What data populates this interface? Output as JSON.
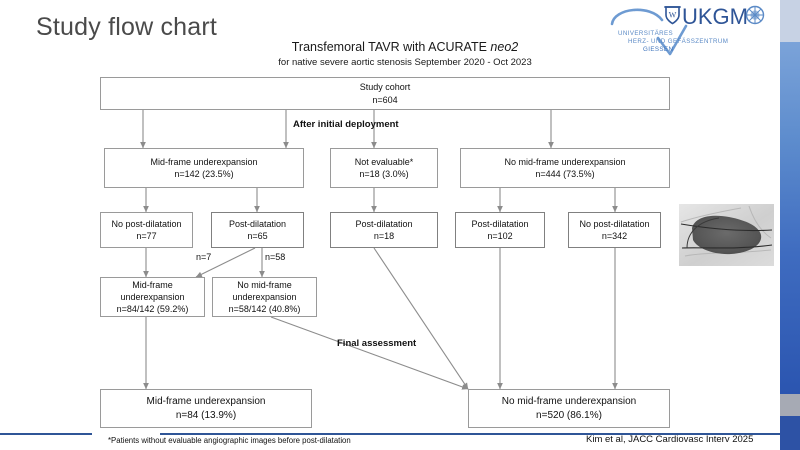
{
  "slide": {
    "title": "Study flow chart",
    "footnote": "*Patients without evaluable angiographic images before post-dilatation",
    "citation": "Kim et al, JACC Cardiovasc Interv 2025"
  },
  "logo": {
    "wordmark": "UKGM",
    "line1": "UNIVERSITÄRES",
    "line2": "HERZ- UND GEFÄSSZENTRUM",
    "line3": "GIESSEN",
    "color": "#5b8ac6"
  },
  "header": {
    "title_prefix": "Transfemoral TAVR with ACURATE ",
    "title_italic": "neo2",
    "subtitle": "for native severe aortic stenosis September 2020 - Oct 2023"
  },
  "chart_data": {
    "type": "diagram",
    "title": "Study flow chart",
    "stage_labels": [
      "After initial deployment",
      "Final assessment"
    ],
    "nodes": [
      {
        "id": "cohort",
        "label": "Study cohort",
        "n": "n=604"
      },
      {
        "id": "mid-under",
        "label": "Mid-frame underexpansion",
        "n": "n=142 (23.5%)"
      },
      {
        "id": "not-eval",
        "label": "Not evaluable*",
        "n": "n=18 (3.0%)"
      },
      {
        "id": "no-mid-under",
        "label": "No mid-frame underexpansion",
        "n": "n=444 (73.5%)"
      },
      {
        "id": "no-postdil-77",
        "label": "No post-dilatation",
        "n": "n=77"
      },
      {
        "id": "postdil-65",
        "label": "Post-dilatation",
        "n": "n=65"
      },
      {
        "id": "postdil-18",
        "label": "Post-dilatation",
        "n": "n=18"
      },
      {
        "id": "postdil-102",
        "label": "Post-dilatation",
        "n": "n=102"
      },
      {
        "id": "no-postdil-342",
        "label": "No post-dilatation",
        "n": "n=342"
      },
      {
        "id": "mid-under-84",
        "label1": "Mid-frame",
        "label2": "underexpansion",
        "n": "n=84/142 (59.2%)"
      },
      {
        "id": "no-mid-under-58",
        "label1": "No mid-frame",
        "label2": "underexpansion",
        "n": "n=58/142 (40.8%)"
      },
      {
        "id": "final-mid-under",
        "label": "Mid-frame underexpansion",
        "n": "n=84 (13.9%)"
      },
      {
        "id": "final-no-mid",
        "label": "No mid-frame underexpansion",
        "n": "n=520 (86.1%)"
      }
    ],
    "edge_labels": [
      {
        "id": "edge-n7",
        "text": "n=7"
      },
      {
        "id": "edge-n58",
        "text": "n=58"
      }
    ]
  },
  "thumbnail": {
    "name": "angiography-image",
    "alt": "Angiographic still of underexpanded valve frame"
  }
}
